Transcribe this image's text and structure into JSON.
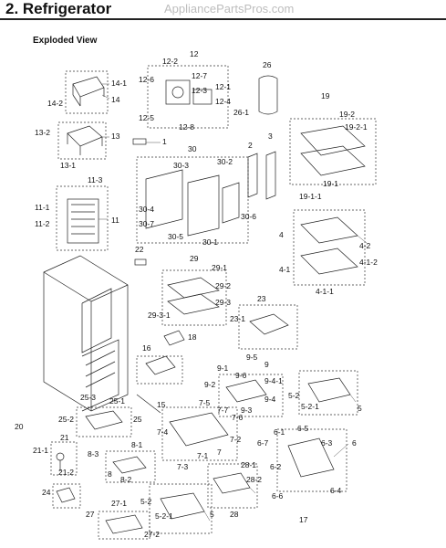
{
  "header": {
    "title": "2.  Refrigerator",
    "watermark": "AppliancePartsPros.com",
    "subtitle": "Exploded View"
  },
  "callouts": [
    {
      "id": "lbl-1",
      "text": "1"
    },
    {
      "id": "lbl-2",
      "text": "2"
    },
    {
      "id": "lbl-3",
      "text": "3"
    },
    {
      "id": "lbl-4",
      "text": "4"
    },
    {
      "id": "lbl-4-1",
      "text": "4-1"
    },
    {
      "id": "lbl-4-1-1",
      "text": "4-1-1"
    },
    {
      "id": "lbl-4-1-2",
      "text": "4-1-2"
    },
    {
      "id": "lbl-4-2",
      "text": "4-2"
    },
    {
      "id": "lbl-5-top",
      "text": "5"
    },
    {
      "id": "lbl-5-2-top",
      "text": "5-2"
    },
    {
      "id": "lbl-5-2-1-top",
      "text": "5-2-1"
    },
    {
      "id": "lbl-5-bottom",
      "text": "5"
    },
    {
      "id": "lbl-5-2-bottom",
      "text": "5-2"
    },
    {
      "id": "lbl-5-2-1-bottom",
      "text": "5-2-1"
    },
    {
      "id": "lbl-6",
      "text": "6"
    },
    {
      "id": "lbl-6-1",
      "text": "6-1"
    },
    {
      "id": "lbl-6-2",
      "text": "6-2"
    },
    {
      "id": "lbl-6-3",
      "text": "6-3"
    },
    {
      "id": "lbl-6-4",
      "text": "6-4"
    },
    {
      "id": "lbl-6-5",
      "text": "6-5"
    },
    {
      "id": "lbl-6-6",
      "text": "6-6"
    },
    {
      "id": "lbl-6-7",
      "text": "6-7"
    },
    {
      "id": "lbl-7",
      "text": "7"
    },
    {
      "id": "lbl-7-1",
      "text": "7-1"
    },
    {
      "id": "lbl-7-2",
      "text": "7-2"
    },
    {
      "id": "lbl-7-3",
      "text": "7-3"
    },
    {
      "id": "lbl-7-4",
      "text": "7-4"
    },
    {
      "id": "lbl-7-5",
      "text": "7-5"
    },
    {
      "id": "lbl-7-6",
      "text": "7-6"
    },
    {
      "id": "lbl-7-7",
      "text": "7-7"
    },
    {
      "id": "lbl-8",
      "text": "8"
    },
    {
      "id": "lbl-8-1",
      "text": "8-1"
    },
    {
      "id": "lbl-8-2",
      "text": "8-2"
    },
    {
      "id": "lbl-8-3",
      "text": "8-3"
    },
    {
      "id": "lbl-9",
      "text": "9"
    },
    {
      "id": "lbl-9-1",
      "text": "9-1"
    },
    {
      "id": "lbl-9-2",
      "text": "9-2"
    },
    {
      "id": "lbl-9-3",
      "text": "9-3"
    },
    {
      "id": "lbl-9-4",
      "text": "9-4"
    },
    {
      "id": "lbl-9-4-1",
      "text": "9-4-1"
    },
    {
      "id": "lbl-9-5",
      "text": "9-5"
    },
    {
      "id": "lbl-9-6",
      "text": "9-6"
    },
    {
      "id": "lbl-11",
      "text": "11"
    },
    {
      "id": "lbl-11-1",
      "text": "11-1"
    },
    {
      "id": "lbl-11-2",
      "text": "11-2"
    },
    {
      "id": "lbl-11-3",
      "text": "11-3"
    },
    {
      "id": "lbl-12",
      "text": "12"
    },
    {
      "id": "lbl-12-1",
      "text": "12-1"
    },
    {
      "id": "lbl-12-2",
      "text": "12-2"
    },
    {
      "id": "lbl-12-3",
      "text": "12-3"
    },
    {
      "id": "lbl-12-4",
      "text": "12-4"
    },
    {
      "id": "lbl-12-5",
      "text": "12-5"
    },
    {
      "id": "lbl-12-6",
      "text": "12-6"
    },
    {
      "id": "lbl-12-7",
      "text": "12-7"
    },
    {
      "id": "lbl-12-8",
      "text": "12-8"
    },
    {
      "id": "lbl-13",
      "text": "13"
    },
    {
      "id": "lbl-13-1",
      "text": "13-1"
    },
    {
      "id": "lbl-13-2",
      "text": "13-2"
    },
    {
      "id": "lbl-14",
      "text": "14"
    },
    {
      "id": "lbl-14-1",
      "text": "14-1"
    },
    {
      "id": "lbl-14-2",
      "text": "14-2"
    },
    {
      "id": "lbl-15",
      "text": "15"
    },
    {
      "id": "lbl-16",
      "text": "16"
    },
    {
      "id": "lbl-17",
      "text": "17"
    },
    {
      "id": "lbl-18",
      "text": "18"
    },
    {
      "id": "lbl-19",
      "text": "19"
    },
    {
      "id": "lbl-19-1",
      "text": "19-1"
    },
    {
      "id": "lbl-19-1-1",
      "text": "19-1-1"
    },
    {
      "id": "lbl-19-2",
      "text": "19-2"
    },
    {
      "id": "lbl-19-2-1",
      "text": "19-2-1"
    },
    {
      "id": "lbl-20",
      "text": "20"
    },
    {
      "id": "lbl-21",
      "text": "21"
    },
    {
      "id": "lbl-21-1",
      "text": "21-1"
    },
    {
      "id": "lbl-21-2",
      "text": "21-2"
    },
    {
      "id": "lbl-22",
      "text": "22"
    },
    {
      "id": "lbl-23",
      "text": "23"
    },
    {
      "id": "lbl-23-1",
      "text": "23-1"
    },
    {
      "id": "lbl-24",
      "text": "24"
    },
    {
      "id": "lbl-25",
      "text": "25"
    },
    {
      "id": "lbl-25-1",
      "text": "25-1"
    },
    {
      "id": "lbl-25-2",
      "text": "25-2"
    },
    {
      "id": "lbl-25-3",
      "text": "25-3"
    },
    {
      "id": "lbl-26",
      "text": "26"
    },
    {
      "id": "lbl-26-1",
      "text": "26-1"
    },
    {
      "id": "lbl-27",
      "text": "27"
    },
    {
      "id": "lbl-27-1",
      "text": "27-1"
    },
    {
      "id": "lbl-27-2",
      "text": "27-2"
    },
    {
      "id": "lbl-28",
      "text": "28"
    },
    {
      "id": "lbl-28-1",
      "text": "28-1"
    },
    {
      "id": "lbl-28-2",
      "text": "28-2"
    },
    {
      "id": "lbl-29",
      "text": "29"
    },
    {
      "id": "lbl-29-1",
      "text": "29-1"
    },
    {
      "id": "lbl-29-2",
      "text": "29-2"
    },
    {
      "id": "lbl-29-3",
      "text": "29-3"
    },
    {
      "id": "lbl-29-3-1",
      "text": "29-3-1"
    },
    {
      "id": "lbl-30",
      "text": "30"
    },
    {
      "id": "lbl-30-1",
      "text": "30-1"
    },
    {
      "id": "lbl-30-2",
      "text": "30-2"
    },
    {
      "id": "lbl-30-3",
      "text": "30-3"
    },
    {
      "id": "lbl-30-4",
      "text": "30-4"
    },
    {
      "id": "lbl-30-5",
      "text": "30-5"
    },
    {
      "id": "lbl-30-6",
      "text": "30-6"
    },
    {
      "id": "lbl-30-7",
      "text": "30-7"
    }
  ]
}
